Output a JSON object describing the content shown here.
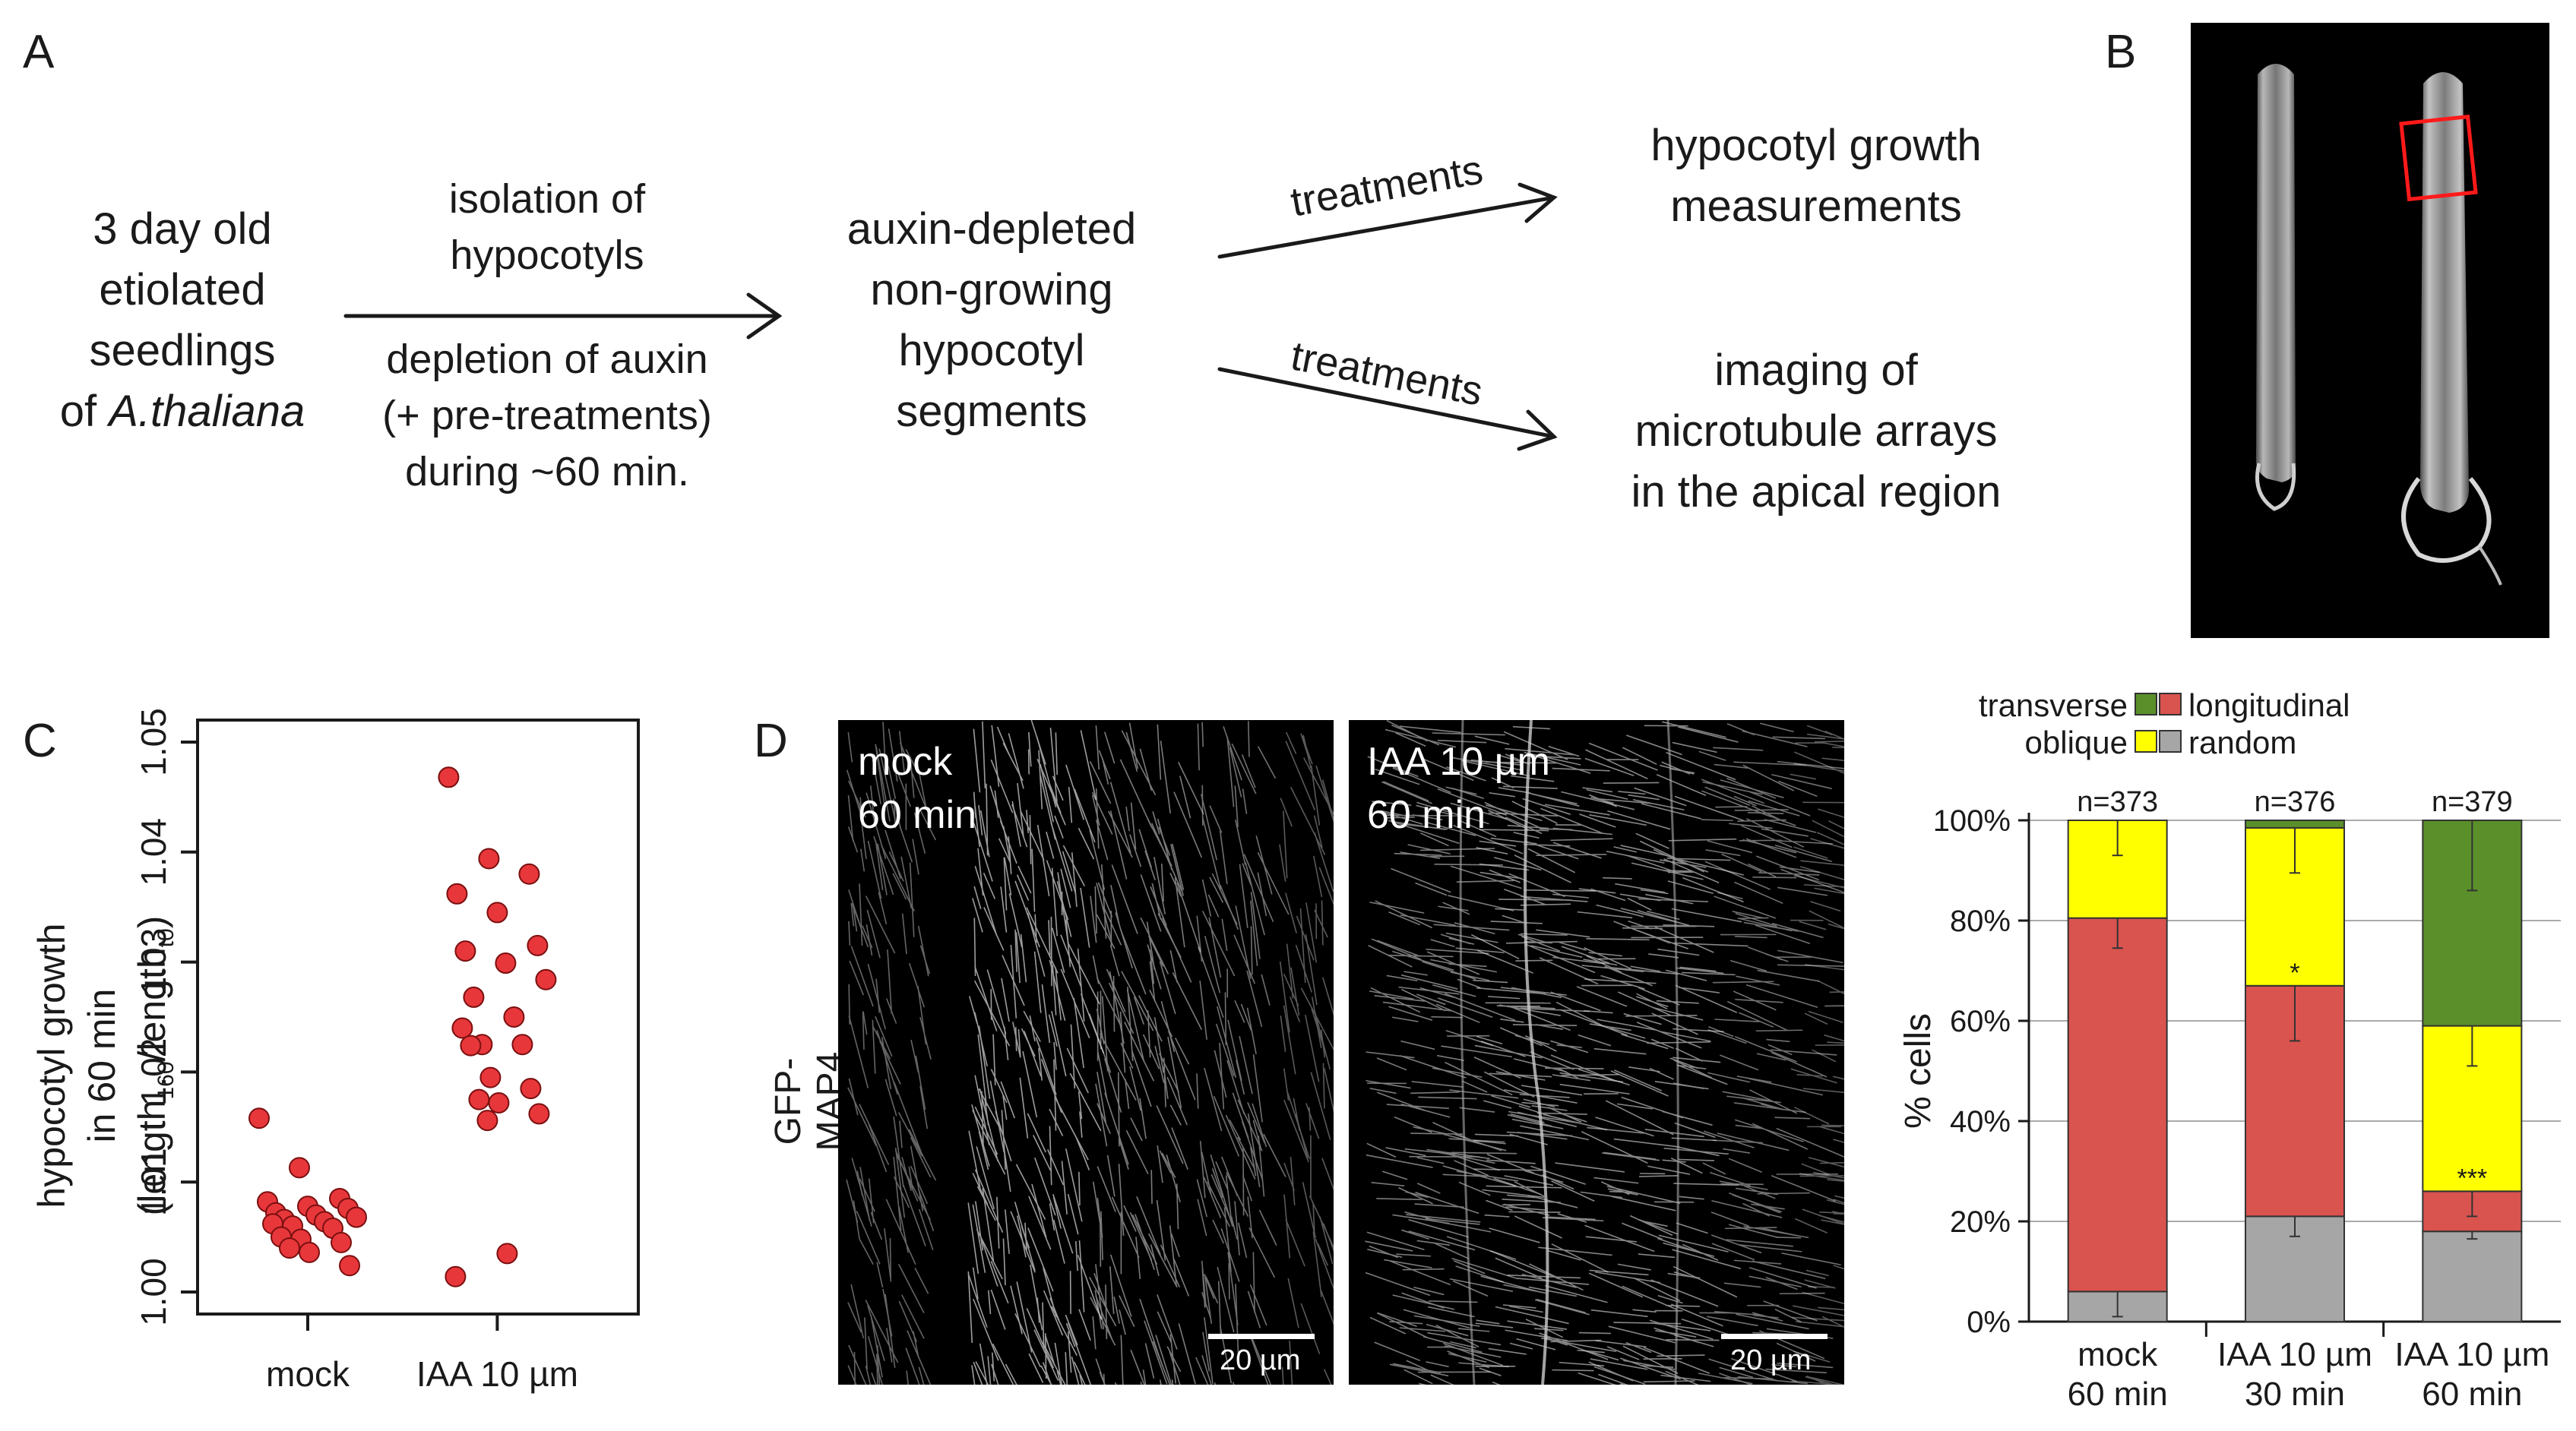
{
  "panels": {
    "A": "A",
    "B": "B",
    "C": "C",
    "D": "D"
  },
  "flow": {
    "start": [
      "3 day old",
      "etiolated",
      "seedlings",
      "of "
    ],
    "start_species": "A.thaliana",
    "arrow1_above": [
      "isolation of",
      "hypocotyls"
    ],
    "arrow1_below": [
      "depletion of auxin",
      "(+ pre-treatments)",
      "during ~60 min."
    ],
    "middle": [
      "auxin-depleted",
      "non-growing",
      "hypocotyl",
      "segments"
    ],
    "upper_arrow_label": "treatments",
    "lower_arrow_label": "treatments",
    "upper_result": [
      "hypocotyl growth",
      "measurements"
    ],
    "lower_result": [
      "imaging of",
      "microtubule arrays",
      "in the apical region"
    ]
  },
  "panel_d_images": {
    "side_label": "GFP-MAP4",
    "left": [
      "mock",
      "60 min"
    ],
    "right": [
      "IAA 10 µm",
      "60 min"
    ],
    "scale_bar": "20 µm"
  },
  "colors": {
    "dot": "#e8373b",
    "transverse": "#5a8f2a",
    "longitudinal": "#d9534f",
    "oblique": "#ffff00",
    "random": "#a6a6a6",
    "roi": "#ff1a1a"
  },
  "chart_data": [
    {
      "type": "scatter",
      "ylabel_lines": [
        "hypocotyl growth",
        "in 60 min (length",
        "160",
        "/length",
        "t0",
        ")"
      ],
      "categories": [
        "mock",
        "IAA 10 µm"
      ],
      "ylim": [
        0.998,
        1.052
      ],
      "yticks": [
        1.0,
        1.01,
        1.02,
        1.03,
        1.04,
        1.05
      ],
      "ytick_labels": [
        "1.00",
        "1.01",
        "1.02",
        "1.03",
        "1.04",
        "1.05"
      ],
      "series": [
        {
          "category": "mock",
          "values": [
            1.0158,
            1.0113,
            1.0085,
            1.0082,
            1.0078,
            1.0076,
            1.0072,
            1.007,
            1.0068,
            1.0066,
            1.0064,
            1.0062,
            1.006,
            1.0058,
            1.005,
            1.0048,
            1.0045,
            1.004,
            1.0036,
            1.0024
          ]
        },
        {
          "category": "IAA 10 µm",
          "values": [
            1.0468,
            1.0394,
            1.038,
            1.0362,
            1.0345,
            1.0315,
            1.031,
            1.0299,
            1.0284,
            1.0268,
            1.025,
            1.024,
            1.0225,
            1.0225,
            1.0224,
            1.0195,
            1.0185,
            1.0175,
            1.0172,
            1.0162,
            1.0156,
            1.0035,
            1.0014
          ]
        }
      ]
    },
    {
      "type": "bar",
      "stacked": true,
      "categories": [
        [
          "mock",
          "60 min"
        ],
        [
          "IAA 10 µm",
          "30 min"
        ],
        [
          "IAA 10 µm",
          "60 min"
        ]
      ],
      "n_labels": [
        "n=373",
        "n=376",
        "n=379"
      ],
      "ylabel": "% cells",
      "ylim": [
        0,
        100
      ],
      "yticks": [
        "0%",
        "20%",
        "40%",
        "60%",
        "80%",
        "100%"
      ],
      "legend": [
        "transverse",
        "longitudinal",
        "oblique",
        "random"
      ],
      "series": [
        {
          "name": "random",
          "values": [
            6,
            21,
            18
          ],
          "err": [
            5,
            4,
            1.5
          ]
        },
        {
          "name": "longitudinal",
          "values": [
            74.5,
            46,
            8
          ],
          "err": [
            6,
            11,
            5
          ]
        },
        {
          "name": "oblique",
          "values": [
            19.5,
            31.5,
            33
          ],
          "err": [
            7,
            9,
            8
          ]
        },
        {
          "name": "transverse",
          "values": [
            0,
            1.5,
            41
          ],
          "err": [
            0,
            0,
            14
          ]
        }
      ],
      "annotations": [
        {
          "bar": 1,
          "text": "*",
          "at": 67
        },
        {
          "bar": 2,
          "text": "***",
          "at": 26
        }
      ]
    }
  ]
}
